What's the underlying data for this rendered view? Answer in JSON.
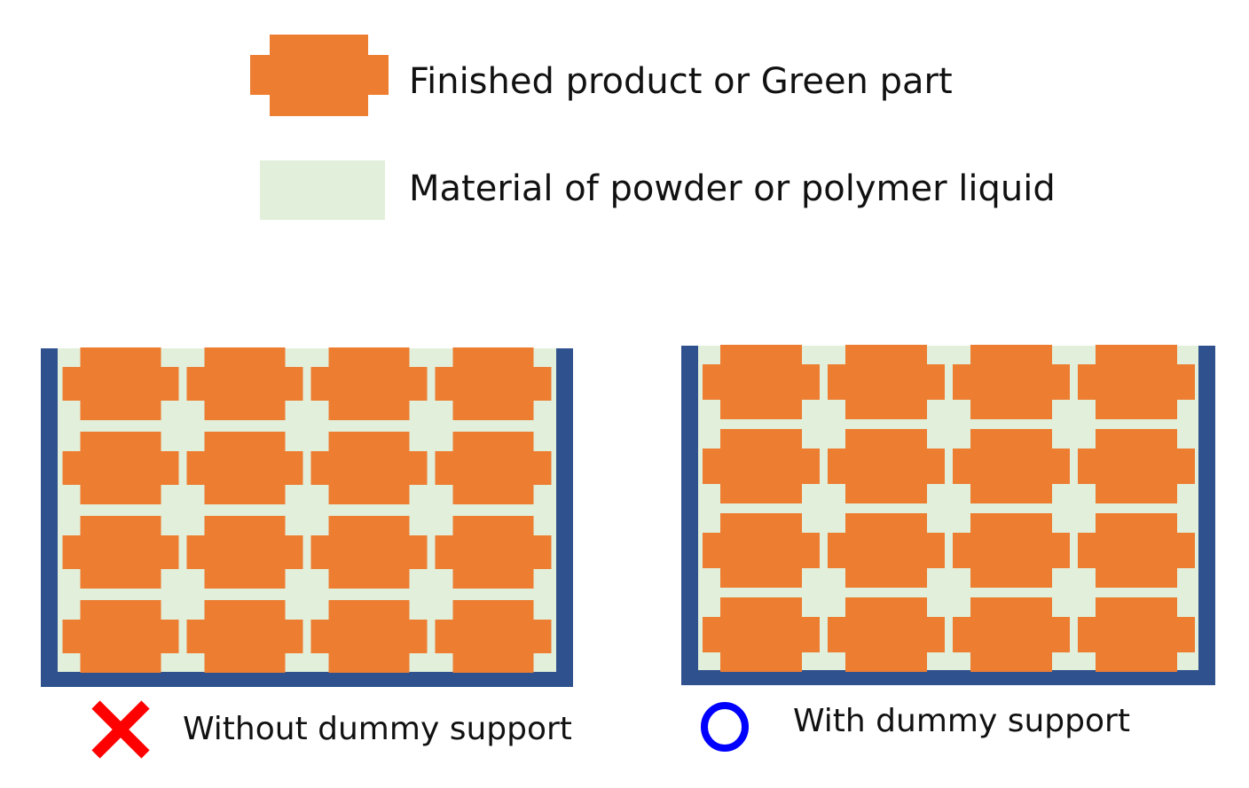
{
  "legend": {
    "items": [
      {
        "label": "Finished product or Green part",
        "color": "#ED7D31",
        "icon": "octagon-swatch"
      },
      {
        "label": "Material of powder or polymer liquid",
        "color": "#E2EFDA",
        "icon": "square-swatch"
      }
    ]
  },
  "panels": [
    {
      "caption": "Without dummy support",
      "mark": "cross-icon",
      "mark_color": "#FF0000",
      "rows": 4,
      "cols": 4,
      "dummy_support": false
    },
    {
      "caption": "With dummy support",
      "mark": "circle-icon",
      "mark_color": "#0000FF",
      "rows": 4,
      "cols": 4,
      "dummy_support": true
    }
  ],
  "colors": {
    "product": "#ED7D31",
    "material": "#E2EFDA",
    "container": "#2F528F"
  }
}
